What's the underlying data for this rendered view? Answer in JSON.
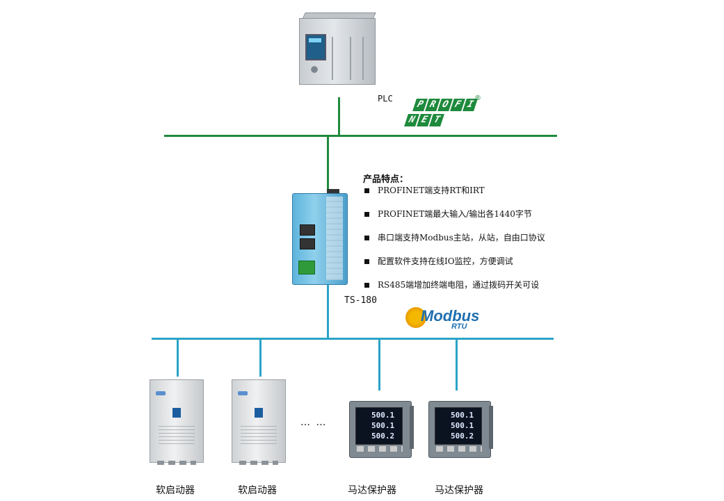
{
  "plc": {
    "label": "PLC"
  },
  "profinet_logo": {
    "row1": [
      "P",
      "R",
      "O",
      "F",
      "I"
    ],
    "row2": [
      "N",
      "E",
      "T"
    ],
    "registered": "®",
    "color": "#1e8a3c"
  },
  "gateway": {
    "label": "TS-180"
  },
  "features": {
    "title": "产品特点：",
    "items": [
      "PROFINET端支持RT和IRT",
      "PROFINET端最大输入/输出各1440字节",
      "串口端支持Modbus主站，从站，自由口协议",
      "配置软件支持在线IO监控，方便调试",
      "RS485端增加终端电阻，通过拨码开关可设"
    ]
  },
  "modbus_logo": {
    "main": "Modbus",
    "sub": "RTU",
    "color": "#1f6fb0"
  },
  "network": {
    "profinet_color": "#1e8a3c",
    "modbus_color": "#2aa3c8"
  },
  "devices": {
    "ellipsis": "…  …",
    "items": [
      {
        "label": "软启动器"
      },
      {
        "label": "软启动器"
      },
      {
        "label": "马达保护器",
        "readings": [
          "500.1",
          "500.1",
          "500.2"
        ]
      },
      {
        "label": "马达保护器",
        "readings": [
          "500.1",
          "500.1",
          "500.2"
        ]
      }
    ]
  }
}
